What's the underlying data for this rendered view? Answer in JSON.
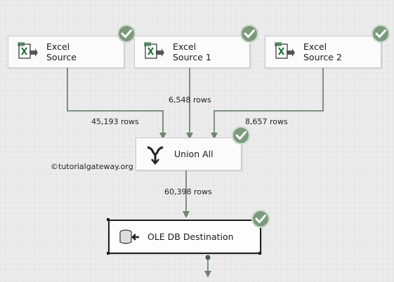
{
  "components": {
    "excel_source": {
      "label": "Excel\nSource",
      "icon": "excel-source-icon",
      "status": "success"
    },
    "excel_source_1": {
      "label": "Excel\nSource 1",
      "icon": "excel-source-icon",
      "status": "success"
    },
    "excel_source_2": {
      "label": "Excel\nSource 2",
      "icon": "excel-source-icon",
      "status": "success"
    },
    "union_all": {
      "label": "Union All",
      "icon": "union-all-icon",
      "status": "success"
    },
    "ole_db_destination": {
      "label": "OLE DB Destination",
      "icon": "ole-db-destination-icon",
      "status": "success"
    }
  },
  "paths": {
    "source_to_union": "45,193 rows",
    "source1_to_union": "6,548 rows",
    "source2_to_union": "8,657 rows",
    "union_to_destination": "60,398 rows"
  },
  "watermark": "©tutorialgateway.org",
  "colors": {
    "success": "#7c9a7b",
    "wire": "#7d8f7e"
  }
}
